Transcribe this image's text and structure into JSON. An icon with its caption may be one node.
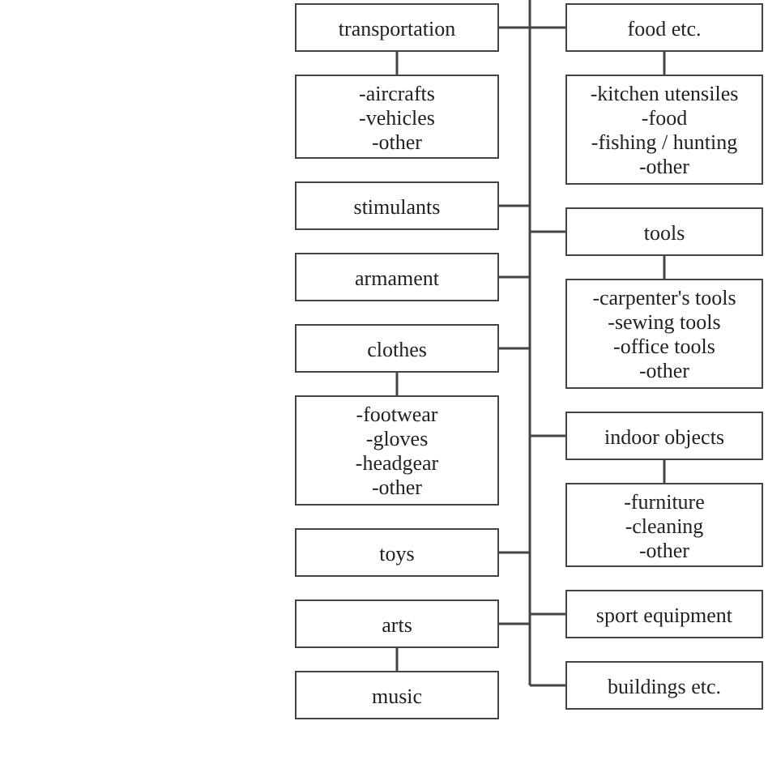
{
  "diagram": {
    "nodes": [
      {
        "text": [
          "transportation"
        ]
      },
      {
        "text": [
          "-aircrafts -vehicles -other"
        ]
      },
      {
        "text": [
          "stimulants"
        ]
      },
      {
        "text": [
          "armament"
        ]
      },
      {
        "text": [
          "clothes"
        ]
      },
      {
        "text": [
          "-footwear -gloves -headgear -other"
        ]
      },
      {
        "text": [
          "toys"
        ]
      },
      {
        "text": [
          "arts"
        ]
      },
      {
        "text": [
          "music"
        ]
      },
      {
        "text": [
          "food etc."
        ]
      },
      {
        "text": [
          "-kitchen utensiles -food -fishing / hunting -other"
        ]
      },
      {
        "text": [
          "tools"
        ]
      },
      {
        "text": [
          "-carpenter's tools -sewing tools -office tools -other"
        ]
      },
      {
        "text": [
          "indoor objects"
        ]
      },
      {
        "text": [
          "-furniture -cleaning -other"
        ]
      },
      {
        "text": [
          "sport equipment"
        ]
      },
      {
        "text": [
          "buildings etc."
        ]
      }
    ],
    "edges": [
      {
        "from": 0,
        "to": 1,
        "arrow": "none"
      },
      {
        "from": 4,
        "to": 5,
        "arrow": "none"
      },
      {
        "from": 7,
        "to": 8,
        "arrow": "none"
      },
      {
        "from": 9,
        "to": 10,
        "arrow": "none"
      },
      {
        "from": 11,
        "to": 12,
        "arrow": "none"
      },
      {
        "from": 13,
        "to": 14,
        "arrow": "none"
      },
      {
        "from": null,
        "to": 0,
        "arrow": "none"
      },
      {
        "from": null,
        "to": 2,
        "arrow": "none"
      },
      {
        "from": null,
        "to": 3,
        "arrow": "none"
      },
      {
        "from": null,
        "to": 4,
        "arrow": "none"
      },
      {
        "from": null,
        "to": 6,
        "arrow": "none"
      },
      {
        "from": null,
        "to": 7,
        "arrow": "none"
      },
      {
        "from": null,
        "to": 9,
        "arrow": "none"
      },
      {
        "from": null,
        "to": 11,
        "arrow": "none"
      },
      {
        "from": null,
        "to": 13,
        "arrow": "none"
      },
      {
        "from": null,
        "to": 15,
        "arrow": "none"
      },
      {
        "from": null,
        "to": 16,
        "arrow": "none"
      }
    ]
  }
}
